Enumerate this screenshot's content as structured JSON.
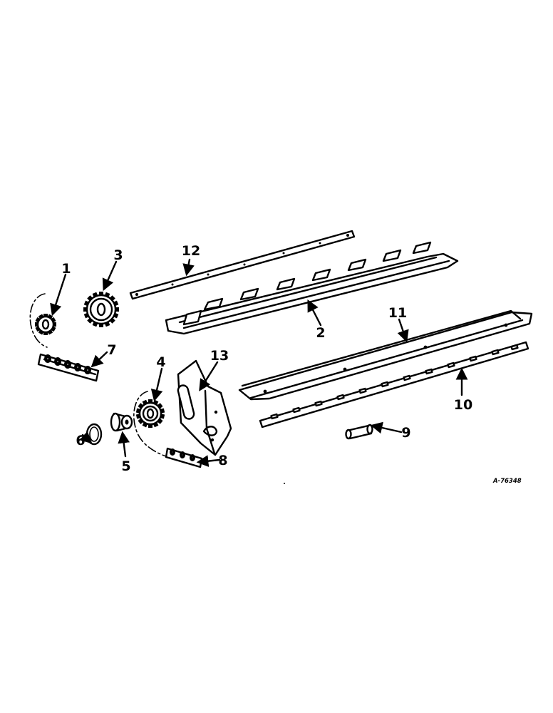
{
  "drawing": {
    "reference_code": "A-76348",
    "callouts": [
      {
        "id": "callout-1",
        "label": "1"
      },
      {
        "id": "callout-2",
        "label": "2"
      },
      {
        "id": "callout-3",
        "label": "3"
      },
      {
        "id": "callout-4",
        "label": "4"
      },
      {
        "id": "callout-5",
        "label": "5"
      },
      {
        "id": "callout-6",
        "label": "6"
      },
      {
        "id": "callout-7",
        "label": "7"
      },
      {
        "id": "callout-8",
        "label": "8"
      },
      {
        "id": "callout-9",
        "label": "9"
      },
      {
        "id": "callout-10",
        "label": "10"
      },
      {
        "id": "callout-11",
        "label": "11"
      },
      {
        "id": "callout-12",
        "label": "12"
      },
      {
        "id": "callout-13",
        "label": "13"
      }
    ]
  },
  "colors": {
    "line": "#000000",
    "background": "#ffffff"
  }
}
